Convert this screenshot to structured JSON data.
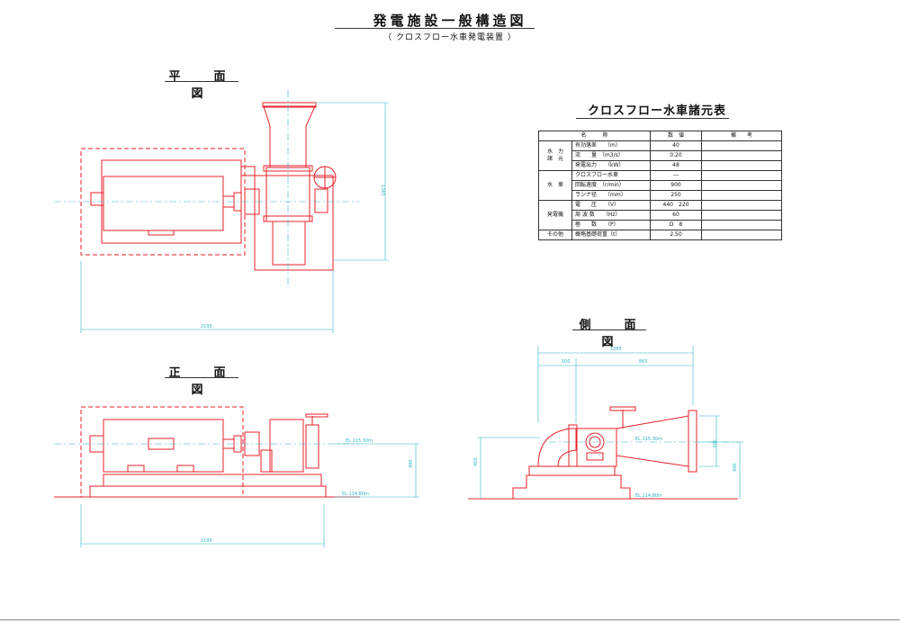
{
  "title": "発電施設一般構造図",
  "subtitle": "（ クロスフロー水車発電装置 ）",
  "views": {
    "plan": "平　面　図",
    "front": "正　面　図",
    "side": "側　面　図"
  },
  "spec_table": {
    "title": "クロスフロー水車諸元表",
    "headers": {
      "name": "名　　　称",
      "value": "数　値",
      "note": "備　　考"
    },
    "groups": {
      "water": "水　力\n諸　元",
      "turbine": "水　車",
      "generator": "発電機",
      "other": "その他"
    },
    "rows": [
      {
        "item": "有効落差　　（m）",
        "value": "40"
      },
      {
        "item": "流　　量　（m3/s）",
        "value": "0.20"
      },
      {
        "item": "発電出力　　（kW）",
        "value": "48"
      },
      {
        "item": "クロスフロー水車",
        "value": "―"
      },
      {
        "item": "回転速度　（r/min）",
        "value": "900"
      },
      {
        "item": "ランナ径　　（mm）",
        "value": "250"
      },
      {
        "item": "電　　圧　　（V）",
        "value": "440　220"
      },
      {
        "item": "周 波 数　　（Hz）",
        "value": "60"
      },
      {
        "item": "極　　数　　（P）",
        "value": "D　8"
      },
      {
        "item": "概略基礎荷重（t）",
        "value": "2.50"
      }
    ]
  },
  "dimensions": {
    "plan_width": "2195",
    "plan_height": "1365",
    "front_width": "2195",
    "front_height": "490",
    "front_level_upper": "EL 115.30m",
    "front_level_lower": "EL 114.80m",
    "side_total": "1365",
    "side_left": "500",
    "side_right": "865",
    "side_left_height": "450",
    "side_right_height_a": "300",
    "side_right_height_b": "490",
    "side_level_upper": "EL 115.30m",
    "side_level_lower": "EL 114.80m"
  },
  "colors": {
    "equipment": "#e8202a",
    "dimension": "#2bb5c8",
    "text": "#111111"
  }
}
